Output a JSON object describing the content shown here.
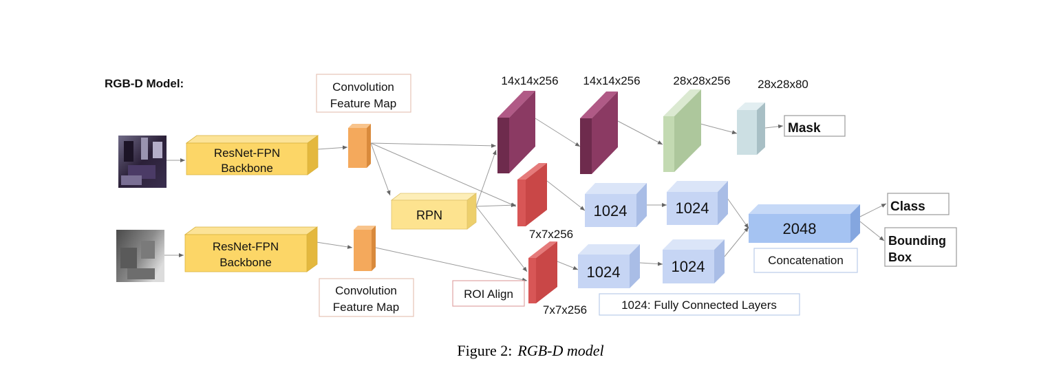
{
  "title": "RGB-D Model:",
  "backbone_rgb": [
    "ResNet-FPN",
    "Backbone"
  ],
  "backbone_depth": [
    "ResNet-FPN",
    "Backbone"
  ],
  "conv_map_top": [
    "Convolution",
    "Feature Map"
  ],
  "conv_map_bottom": [
    "Convolution",
    "Feature Map"
  ],
  "rpn": "RPN",
  "roi_align": "ROI Align",
  "mask_dims": [
    "14x14x256",
    "14x14x256",
    "28x28x256",
    "28x28x80"
  ],
  "roi_dims_mid": "7x7x256",
  "roi_dims_bottom": "7x7x256",
  "fc_values": [
    "1024",
    "1024",
    "1024",
    "1024"
  ],
  "concat_value": "2048",
  "concat_label": "Concatenation",
  "fc_legend": "1024: Fully Connected Layers",
  "outputs": {
    "mask": "Mask",
    "class": "Class",
    "bbox": [
      "Bounding",
      "Box"
    ]
  },
  "caption": {
    "prefix": "Figure 2:",
    "text": "RGB-D model"
  },
  "colors": {
    "backbone": "#fcd667",
    "conv": "#f4a95c",
    "rpn": "#fde38f",
    "mask_conv": "#8b3a63",
    "mask_light": "#c3dab2",
    "mask_out": "#ccdfe3",
    "roi": "#d85656",
    "fc": "#c6d5f4",
    "concat": "#a5c3f2"
  }
}
